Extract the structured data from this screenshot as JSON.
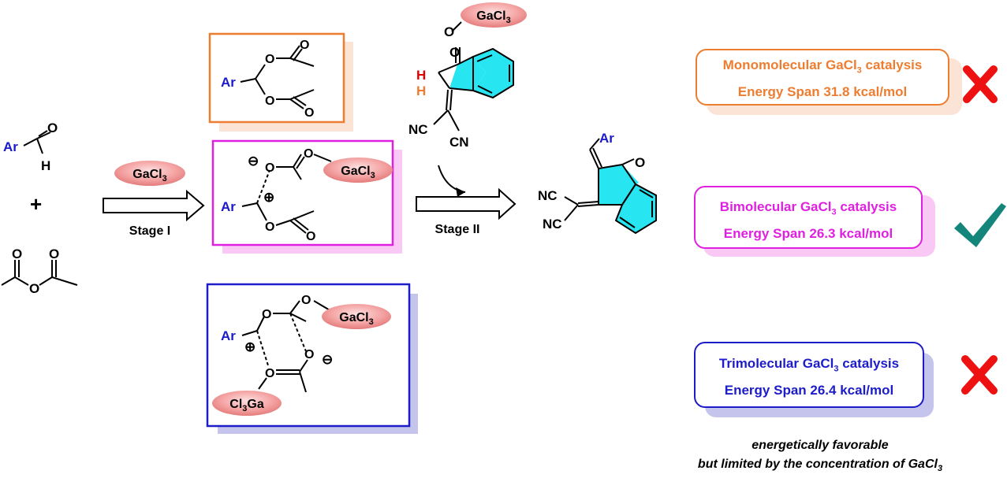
{
  "labels": {
    "ar": "Ar",
    "h": "H",
    "plus": "+",
    "o": "O",
    "nc": "NC",
    "cn": "CN",
    "ga_prefix": "GaCl",
    "ga_sub": "3",
    "clga_prefix": "Cl",
    "clga_sub": "3",
    "clga_suffix": "Ga",
    "minus": "⊖",
    "plus_charge": "⊕"
  },
  "stages": {
    "stage1": "Stage I",
    "stage2": "Stage II"
  },
  "cards": [
    {
      "line1_pre": "Monomolecular GaCl",
      "line1_sub": "3",
      "line1_post": " catalysis",
      "line2": "Energy Span 31.8 kcal/mol",
      "color": "#ED7D31",
      "shadow": "#FBE3D5",
      "verdict": "cross"
    },
    {
      "line1_pre": "Bimolecular GaCl",
      "line1_sub": "3",
      "line1_post": " catalysis",
      "line2": "Energy Span 26.3 kcal/mol",
      "color": "#E020E0",
      "shadow": "#F9C8F4",
      "verdict": "check"
    },
    {
      "line1_pre": "Trimolecular GaCl",
      "line1_sub": "3",
      "line1_post": " catalysis",
      "line2": "Energy Span 26.4 kcal/mol",
      "color": "#1C1CC8",
      "shadow": "#C4C4EC",
      "verdict": "cross"
    }
  ],
  "note": {
    "line1": "energetically favorable",
    "line2_pre": "but limited by the concentration of GaCl",
    "line2_sub": "3"
  },
  "colors": {
    "orange": "#ED7D31",
    "magenta": "#E020E0",
    "blue": "#1C1CC8",
    "ar_text": "#1A1ACC",
    "h_red": "#E00000",
    "h_orange": "#ED7D31",
    "ring_fill": "#27E6F2",
    "cross": "#EE1111",
    "check": "#13857A"
  }
}
